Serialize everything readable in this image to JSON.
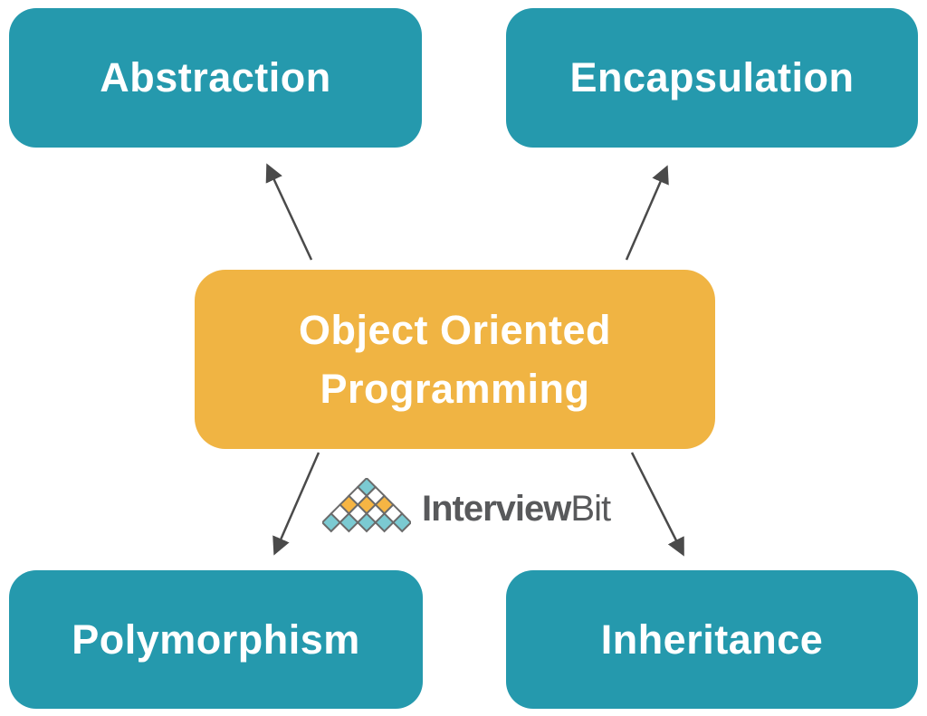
{
  "diagram": {
    "title_concept": "Object Oriented Programming pillars",
    "center": {
      "id": "oop",
      "label": "Object Oriented Programming"
    },
    "nodes": [
      {
        "id": "abstraction",
        "label": "Abstraction",
        "position": "top-left"
      },
      {
        "id": "encapsulation",
        "label": "Encapsulation",
        "position": "top-right"
      },
      {
        "id": "polymorphism",
        "label": "Polymorphism",
        "position": "bottom-left"
      },
      {
        "id": "inheritance",
        "label": "Inheritance",
        "position": "bottom-right"
      }
    ],
    "connections": [
      {
        "from": "oop",
        "to": "abstraction"
      },
      {
        "from": "oop",
        "to": "encapsulation"
      },
      {
        "from": "oop",
        "to": "polymorphism"
      },
      {
        "from": "oop",
        "to": "inheritance"
      }
    ],
    "colors": {
      "node_fill": "#2599AD",
      "center_fill": "#F0B443",
      "node_text": "#FFFFFF",
      "arrow": "#4A4A4A",
      "background": "#FFFFFF"
    }
  },
  "logo": {
    "text_primary": "Interview",
    "text_secondary": "Bit",
    "text_color": "#58595B",
    "pyramid": {
      "border_color": "#6A6A6A",
      "colors": {
        "teal": "#7BCAD2",
        "orange": "#F6B544",
        "white": "#FFFFFF"
      },
      "rows": [
        [
          "teal"
        ],
        [
          "white",
          "white"
        ],
        [
          "orange",
          "orange",
          "orange"
        ],
        [
          "white",
          "white",
          "white",
          "white"
        ],
        [
          "teal",
          "teal",
          "teal",
          "teal",
          "teal"
        ]
      ]
    }
  }
}
